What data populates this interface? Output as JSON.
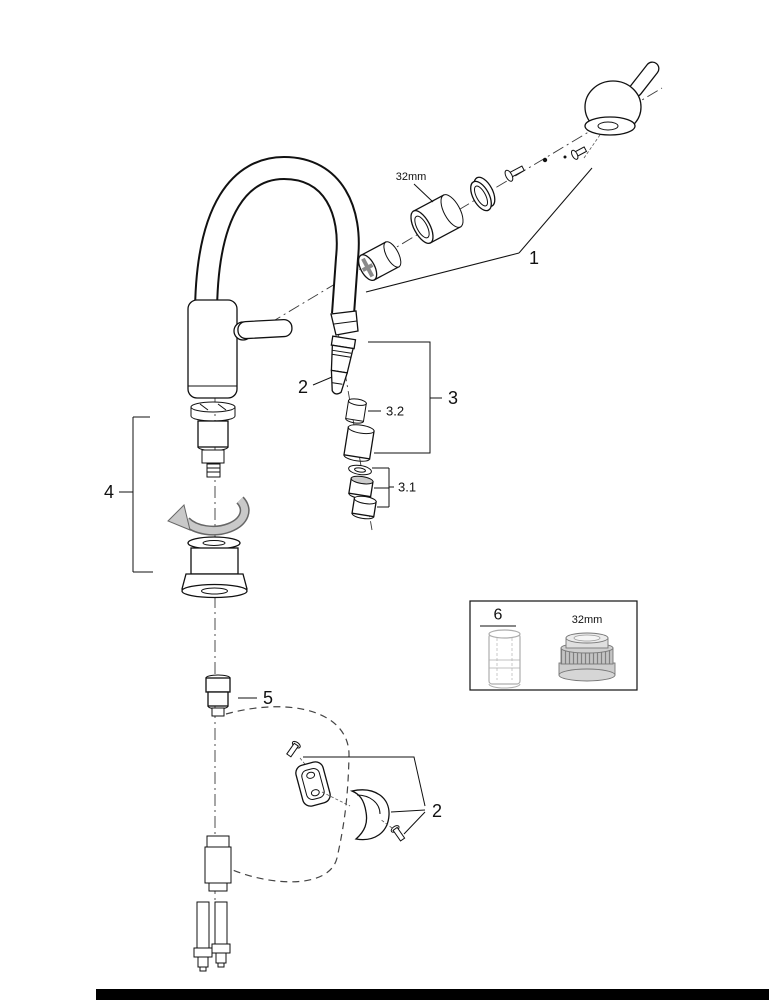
{
  "page": {
    "background_color": "#ffffff",
    "line_color": "#1a1a1a",
    "footer_bar_color": "#000000"
  },
  "diagram": {
    "callouts": {
      "part1": "1",
      "part2_spray": "2",
      "part3": "3",
      "part3_1": "3.1",
      "part3_2": "3.2",
      "part4": "4",
      "part5": "5",
      "part6": "6",
      "part2_holder": "2"
    },
    "annotations": {
      "cartridge_size": "32mm",
      "tool_size": "32mm"
    }
  }
}
